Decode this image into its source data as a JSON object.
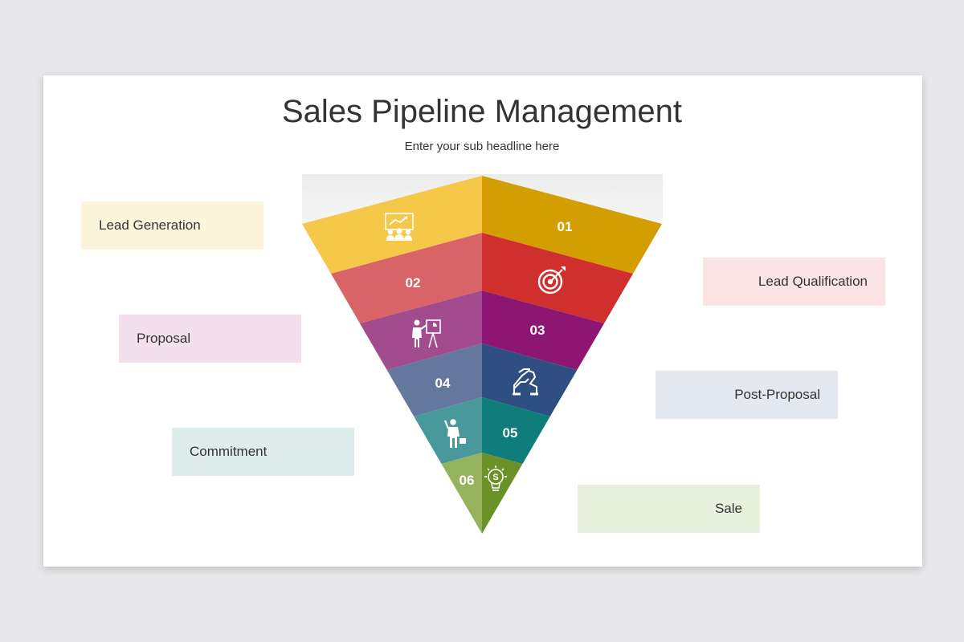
{
  "header": {
    "title": "Sales Pipeline Management",
    "subtitle": "Enter your sub headline here"
  },
  "stages": [
    {
      "number": "01",
      "label": "Lead Generation",
      "icon": "presentation-growth-icon",
      "color_light": "#f5c84a",
      "color_dark": "#d29e00",
      "box_color": "#fdf4dc",
      "label_side": "left"
    },
    {
      "number": "02",
      "label": "Lead Qualification",
      "icon": "target-icon",
      "color_light": "#d96468",
      "color_dark": "#d0302d",
      "box_color": "#fbe3e3",
      "label_side": "right"
    },
    {
      "number": "03",
      "label": "Proposal",
      "icon": "presenter-chart-icon",
      "color_light": "#a24b8e",
      "color_dark": "#8e1673",
      "box_color": "#f2e0ec",
      "label_side": "left"
    },
    {
      "number": "04",
      "label": "Post-Proposal",
      "icon": "handshake-icon",
      "color_light": "#64789e",
      "color_dark": "#2f4f82",
      "box_color": "#e4e8f0",
      "label_side": "right"
    },
    {
      "number": "05",
      "label": "Commitment",
      "icon": "businessman-icon",
      "color_light": "#49999c",
      "color_dark": "#0f7e7b",
      "box_color": "#dfecec",
      "label_side": "left"
    },
    {
      "number": "06",
      "label": "Sale",
      "icon": "money-bulb-icon",
      "color_light": "#94b35c",
      "color_dark": "#6b9228",
      "box_color": "#e8f1de",
      "label_side": "right"
    }
  ]
}
